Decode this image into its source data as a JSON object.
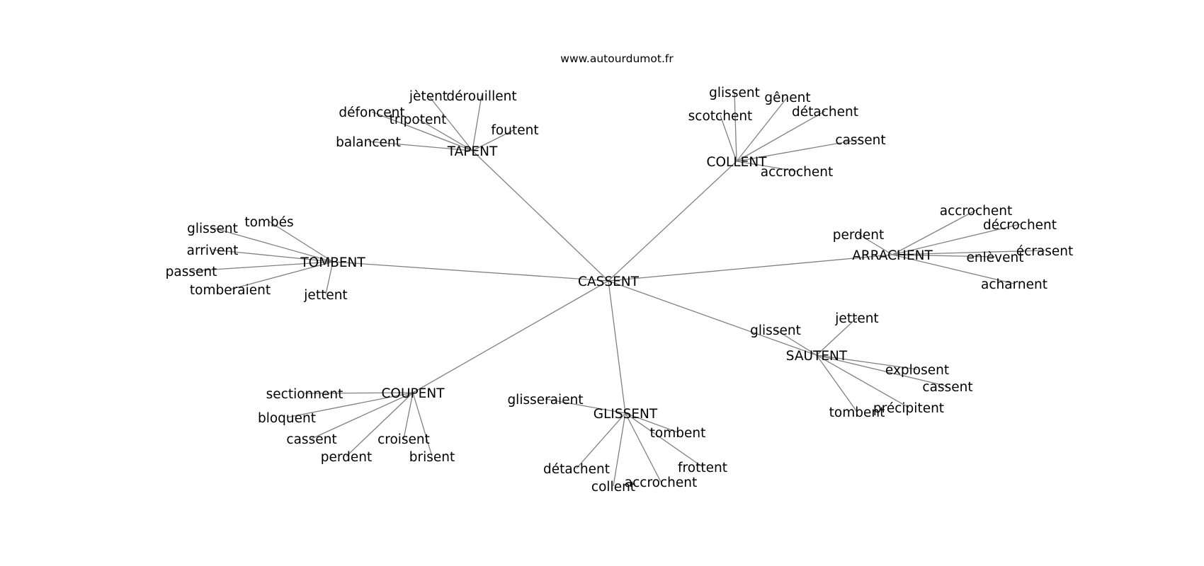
{
  "site": "www.autourdumot.fr",
  "center": "CASSENT",
  "hubs": [
    {
      "label": "TAPENT",
      "words": [
        "jètent",
        "dérouillent",
        "défoncent",
        "tripotent",
        "foutent",
        "balancent"
      ]
    },
    {
      "label": "COLLENT",
      "words": [
        "glissent",
        "gênent",
        "scotchent",
        "détachent",
        "cassent",
        "accrochent"
      ]
    },
    {
      "label": "TOMBENT",
      "words": [
        "tombés",
        "glissent",
        "arrivent",
        "passent",
        "tomberaient",
        "jettent"
      ]
    },
    {
      "label": "ARRACHENT",
      "words": [
        "accrochent",
        "décrochent",
        "perdent",
        "écrasent",
        "enlèvent",
        "acharnent"
      ]
    },
    {
      "label": "SAUTENT",
      "words": [
        "jettent",
        "glissent",
        "explosent",
        "cassent",
        "précipitent",
        "tombent"
      ]
    },
    {
      "label": "COUPENT",
      "words": [
        "sectionnent",
        "bloquent",
        "cassent",
        "perdent",
        "croisent",
        "brisent"
      ]
    },
    {
      "label": "GLISSENT",
      "words": [
        "glisseraient",
        "tombent",
        "frottent",
        "détachent",
        "accrochent",
        "collent"
      ]
    }
  ]
}
